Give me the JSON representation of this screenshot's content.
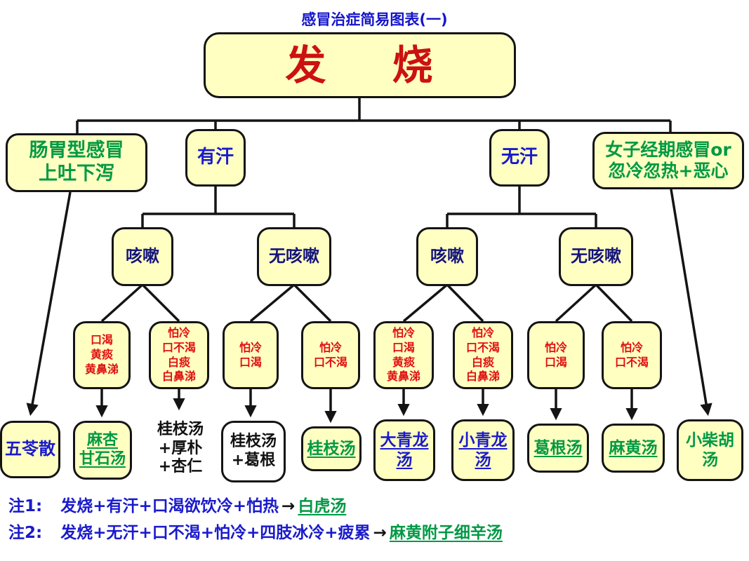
{
  "title": "感冒治症简易图表(一)",
  "root": {
    "label": "发 烧"
  },
  "level2": [
    {
      "label": "肠胃型感冒\n上吐下泻"
    },
    {
      "label": "有汗"
    },
    {
      "label": "无汗"
    },
    {
      "label": "女子经期感冒or\n忽冷忽热+恶心"
    }
  ],
  "level3": [
    {
      "label": "咳嗽"
    },
    {
      "label": "无咳嗽"
    },
    {
      "label": "咳嗽"
    },
    {
      "label": "无咳嗽"
    }
  ],
  "symptoms": [
    {
      "label": "口渴\n黄痰\n黄鼻涕"
    },
    {
      "label": "怕冷\n口不渴\n白痰\n白鼻涕"
    },
    {
      "label": "怕冷\n口渴"
    },
    {
      "label": "怕冷\n口不渴"
    },
    {
      "label": "怕冷\n口渴\n黄痰\n黄鼻涕"
    },
    {
      "label": "怕冷\n口不渴\n白痰\n白鼻涕"
    },
    {
      "label": "怕冷\n口渴"
    },
    {
      "label": "怕冷\n口不渴"
    }
  ],
  "treatments": [
    {
      "label": "五苓散"
    },
    {
      "label": "麻杏\n甘石汤"
    },
    {
      "label": "桂枝汤\n+厚朴\n+杏仁"
    },
    {
      "label": "桂枝汤\n+葛根"
    },
    {
      "label": "桂枝汤"
    },
    {
      "label": "大青龙\n汤"
    },
    {
      "label": "小青龙\n汤"
    },
    {
      "label": "葛根汤"
    },
    {
      "label": "麻黄汤"
    },
    {
      "label": "小柴胡\n汤"
    }
  ],
  "notes": [
    {
      "prefix": "注1:",
      "body": "发烧+有汗+口渴欲饮冷+怕热",
      "arrow": "→",
      "result": "白虎汤"
    },
    {
      "prefix": "注2:",
      "body": "发烧+无汗+口不渴+怕冷+四肢冰冷+疲累",
      "arrow": "→",
      "result": "麻黄附子细辛汤"
    }
  ],
  "colors": {
    "title_blue": "#1414cc",
    "fever_red": "#cc1111",
    "green": "#009944",
    "blue": "#1a1acc",
    "navy": "#14147a",
    "symptom_red": "#e01010",
    "box_yellow": "#ffffc2",
    "line_black": "#141414"
  }
}
